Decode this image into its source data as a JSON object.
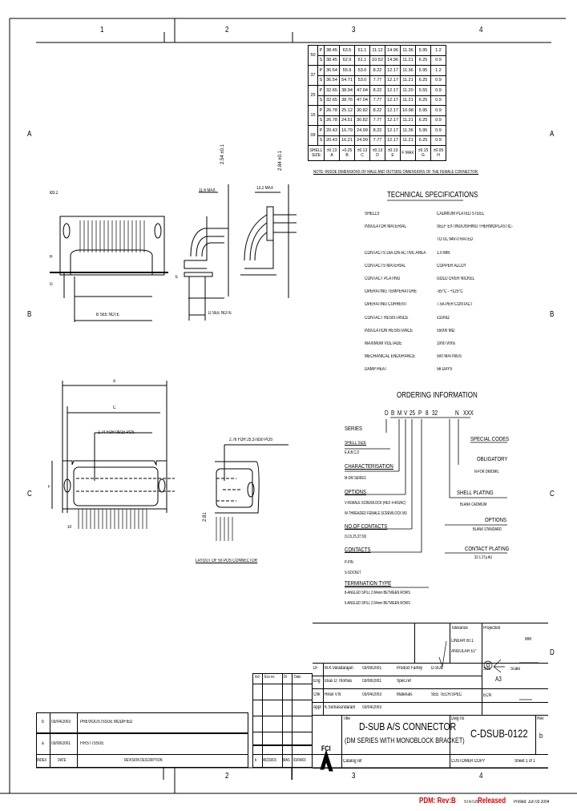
{
  "frame": {
    "columns": [
      "1",
      "2",
      "3",
      "4"
    ],
    "rows": [
      "A",
      "B",
      "C",
      "D"
    ]
  },
  "dim_table": {
    "rows": [
      {
        "shell": "50",
        "type": "P",
        "values": [
          "38.45",
          "63.5",
          "61.1",
          "11.12",
          "14.96",
          "11.36",
          "5.95",
          "1.2"
        ]
      },
      {
        "shell": "",
        "type": "S",
        "values": [
          "38.45",
          "62.9",
          "61.1",
          "10.52",
          "14.96",
          "11.21",
          "6.25",
          "0.9"
        ]
      },
      {
        "shell": "37",
        "type": "P",
        "values": [
          "36.54",
          "55.9",
          "53.0",
          "8.22",
          "12.17",
          "11.36",
          "5.95",
          "1.2"
        ]
      },
      {
        "shell": "",
        "type": "S",
        "values": [
          "36.54",
          "54.71",
          "53.0",
          "7.77",
          "12.17",
          "11.21",
          "6.25",
          "0.9"
        ]
      },
      {
        "shell": "25",
        "type": "P",
        "values": [
          "32.65",
          "38.94",
          "47.04",
          "8.22",
          "12.17",
          "11.20",
          "5.55",
          "0.9"
        ]
      },
      {
        "shell": "",
        "type": "S",
        "values": [
          "32.65",
          "38.76",
          "47.04",
          "7.77",
          "12.17",
          "11.21",
          "6.25",
          "0.9"
        ]
      },
      {
        "shell": "15",
        "type": "P",
        "values": [
          "26.78",
          "25.12",
          "30.82",
          "8.22",
          "12.17",
          "10.98",
          "5.95",
          "0.9"
        ]
      },
      {
        "shell": "",
        "type": "S",
        "values": [
          "26.78",
          "24.51",
          "30.82",
          "7.77",
          "12.17",
          "11.21",
          "6.25",
          "0.9"
        ]
      },
      {
        "shell": "09",
        "type": "P",
        "values": [
          "20.43",
          "16.79",
          "24.99",
          "8.22",
          "12.17",
          "11.36",
          "5.95",
          "0.9"
        ]
      },
      {
        "shell": "",
        "type": "S",
        "values": [
          "20.43",
          "16.21",
          "24.99",
          "7.77",
          "12.17",
          "11.21",
          "6.25",
          "0.9"
        ]
      }
    ],
    "header": [
      "SHELL SIZE",
      "±0.13 A",
      "+0.25 B",
      "±0.13 C",
      "±0.13 D",
      "±0.13 E",
      "F MAX",
      "±0.15 G",
      "±0.05 H"
    ],
    "note": "NOTE:-INSIDE DIMENSIONS OF MALE AND OUTSIDE DIMENSIONS OF THE FEMALE CONNECTOR."
  },
  "tech_specs": {
    "title": "TECHNICAL SPECIFICATIONS",
    "items": [
      {
        "label": "SHELLS",
        "value": "CADMIUM PLATED STEEL"
      },
      {
        "label": "INSULATOR MATERIAL",
        "value": "SELF EXTINGUISHING THERMOPLASTIC-"
      },
      {
        "label": "",
        "value": "TO UL 94V-0 RATED"
      },
      {
        "label": "CONTACTS DIA.ON ACTIVE AREA",
        "value": "1.0 MM."
      },
      {
        "label": "CONTACTS MATERIAL",
        "value": "COPPER ALLOY"
      },
      {
        "label": "CONTACT PLATING",
        "value": "GOLD OVER NICKEL"
      },
      {
        "label": "OPERATING TEMPERATURE",
        "value": "-55°C - +125°C"
      },
      {
        "label": "OPERATING CURRENT",
        "value": "7.5A PER CONTACT"
      },
      {
        "label": "CONTACT RESISTANCE",
        "value": "≤10mΩ"
      },
      {
        "label": "INSULATION RESISTANCE",
        "value": "≥5000 MΩ"
      },
      {
        "label": "MAXIMUM VOLTAGE",
        "value": "1000 Vrms"
      },
      {
        "label": "MECHANICAL ENDURANCE",
        "value": "500 MATINGS"
      },
      {
        "label": "DAMP HEAT",
        "value": "56 DAYS"
      }
    ]
  },
  "ordering": {
    "title": "ORDERING INFORMATION",
    "code": [
      "D",
      "B",
      "M",
      "V",
      "25",
      "P",
      "8",
      "32",
      "N",
      "XXX"
    ],
    "left": [
      {
        "head": "SERIES",
        "lines": []
      },
      {
        "head": "SHELL SIZE",
        "lines": [
          "E,A,B,C,D"
        ]
      },
      {
        "head": "CHARACTERISATION",
        "lines": [
          "M-DM SERIES"
        ]
      },
      {
        "head": "OPTIONS",
        "lines": [
          "V-FEMALE SCREWLOCK (HEX 4-40UNC)",
          "W-THREADED FEMALE SCREWLOCK M3"
        ]
      },
      {
        "head": "NO.OF CONTACTS",
        "lines": [
          "(9,15,25,37,50)"
        ]
      },
      {
        "head": "CONTACTS",
        "lines": [
          "P-PIN",
          "S-SOCKET"
        ]
      },
      {
        "head": "TERMINATION TYPE",
        "lines": [
          "8-ANGLED SPILL 2.84mm BETWEEN ROWS",
          "9-ANGLED SPILL 2.54mm BETWEEN ROWS"
        ]
      }
    ],
    "right": [
      {
        "head": "SPECIAL CODES",
        "lines": []
      },
      {
        "head": "OBLIGATORY",
        "lines": [
          "N-FOR DM/DMIL"
        ]
      },
      {
        "head": "SHELL PLATING",
        "lines": [
          "BLANK CADMIUM"
        ]
      },
      {
        "head": "OPTIONS",
        "lines": [
          "BLANK STANDARD"
        ]
      },
      {
        "head": "CONTACT PLATING",
        "lines": [
          "32-1.27µ AU"
        ]
      }
    ]
  },
  "drawing_labels": {
    "dia": "Ø3.2",
    "see_note_b": "B SEE NOTE",
    "see_note_d": "D SEE NOTE",
    "dim_116": "11.6 MAX",
    "dim_132": "13.2 MAX",
    "dim_254": "2.54 ±0.1",
    "dim_284": "2.84 ±0.1",
    "dim_a": "A",
    "dim_c": "C",
    "pitch_a": "2.74 FOR 09/15 POS",
    "pitch_b": "2.76 FOR 25,37&50 POS",
    "dim_10": "10",
    "dim_281": "2.81",
    "layout_caption": "LAYOUT OF 50 POS CONNECTOR",
    "h": "H",
    "g": "G",
    "e": "E",
    "f": "F"
  },
  "revisions": {
    "rows": [
      {
        "index": "b",
        "date": "03/04/2003",
        "desc": "PREVIOUS ISSUE MODIFIED"
      },
      {
        "index": "a",
        "date": "03/08/2001",
        "desc": "FIRST ISSUE"
      }
    ],
    "header": {
      "index": "INDEX",
      "date": "DATE",
      "desc": "REVISION DESCRIPTION"
    },
    "small_header": [
      "Ind",
      "Eco no",
      "Dr",
      "Date"
    ],
    "small_last": [
      "b",
      "48233/03",
      "MAS",
      "03/04/03"
    ]
  },
  "title_block": {
    "tolerance_label": "Tolerance",
    "tolerance_linear": "LINEAR ±0.1",
    "tolerance_angular": "ANGULAR ±1°",
    "projection_label": "Projection",
    "unit": "MM",
    "people": [
      {
        "role": "Dr",
        "name": "M.K.Varadarajan",
        "date": "03/08/2001",
        "field": "Product Family",
        "field_value": "D-SUB"
      },
      {
        "role": "Eng",
        "name": "Elias O Thomas",
        "date": "03/08/2001",
        "field": "Spec.ref",
        "field_value": ""
      },
      {
        "role": "Chk",
        "name": "Hiran V.N",
        "date": "03/04/2003",
        "field": "Materials",
        "field_value": "SEE TECH.SPEC"
      },
      {
        "role": "Appr",
        "name": "K.Somasundaram",
        "date": "03/04/2003",
        "field": "",
        "field_value": ""
      }
    ],
    "size_label": "Size",
    "size": "A3",
    "scale_label": "Scale",
    "ecn_label": "ECN",
    "logo": "FCI",
    "title_label": "Title",
    "title": "D-SUB A/S CONNECTOR",
    "subtitle": "(DM SERIES WITH MONOBLOCK BRACKET)",
    "dwg_label": "Dwg no",
    "dwg_no": "C-DSUB-0122",
    "rev_label": "Rev",
    "rev": "b",
    "catalog_label": "Catalog ref",
    "copy_label": "CUSTOMER COPY",
    "sheet": "Sheet 1 of 1"
  },
  "footer": {
    "pdm": "PDM: Rev:B",
    "status_label": "STATUS",
    "status": "Released",
    "printed": "Printed: Jun 03 2004"
  }
}
